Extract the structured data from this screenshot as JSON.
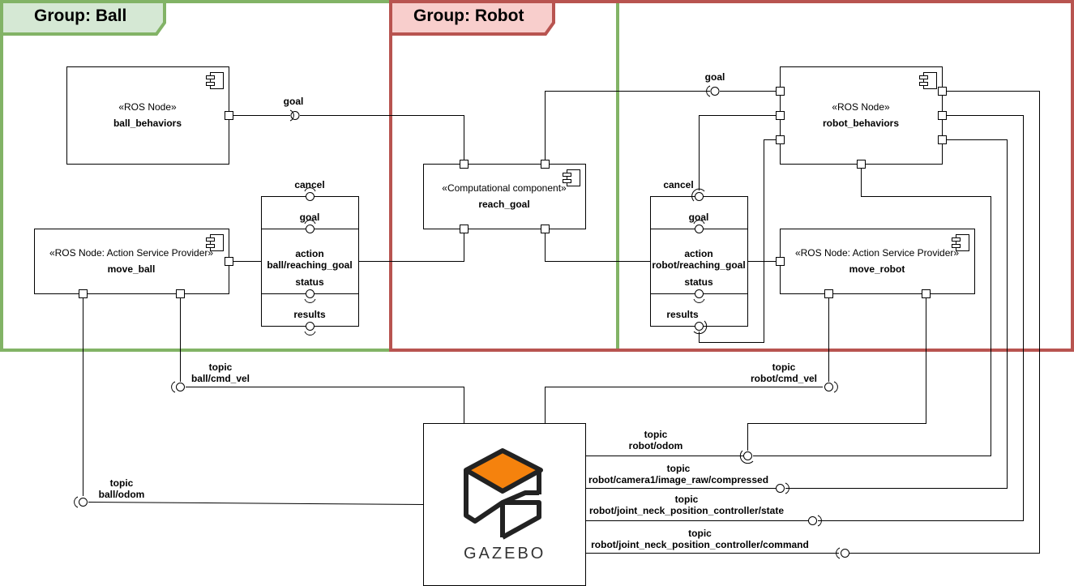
{
  "groups": {
    "ball": {
      "title": "Group: Ball",
      "color": "#82b366",
      "fill": "#d5e8d4"
    },
    "robot": {
      "title": "Group: Robot",
      "color": "#b85450",
      "fill": "#f8cecc"
    }
  },
  "components": {
    "ball_behaviors": {
      "stereotype": "«ROS Node»",
      "name": "ball_behaviors"
    },
    "move_ball": {
      "stereotype": "«ROS Node: Action Service Provider»",
      "name": "move_ball"
    },
    "reach_goal": {
      "stereotype": "«Computational component»",
      "name": "reach_goal"
    },
    "robot_behaviors": {
      "stereotype": "«ROS Node»",
      "name": "robot_behaviors"
    },
    "move_robot": {
      "stereotype": "«ROS Node: Action Service Provider»",
      "name": "move_robot"
    },
    "gazebo": {
      "logo_text": "GAZEBO",
      "orange": "#f5820d",
      "dark": "#222222"
    }
  },
  "labels": {
    "goal_ball": "goal",
    "goal_robot": "goal",
    "action_ball": {
      "cancel": "cancel",
      "goal": "goal",
      "action": "action",
      "name": "ball/reaching_goal",
      "status": "status",
      "results": "results"
    },
    "action_robot": {
      "cancel": "cancel",
      "goal": "goal",
      "action": "action",
      "name": "robot/reaching_goal",
      "status": "status",
      "results": "results"
    },
    "topics": [
      {
        "kind": "topic",
        "name": "ball/cmd_vel"
      },
      {
        "kind": "topic",
        "name": "robot/cmd_vel"
      },
      {
        "kind": "topic",
        "name": "ball/odom"
      },
      {
        "kind": "topic",
        "name": "robot/odom"
      },
      {
        "kind": "topic",
        "name": "robot/camera1/image_raw/compressed"
      },
      {
        "kind": "topic",
        "name": "robot/joint_neck_position_controller/state"
      },
      {
        "kind": "topic",
        "name": "robot/joint_neck_position_controller/command"
      }
    ]
  }
}
